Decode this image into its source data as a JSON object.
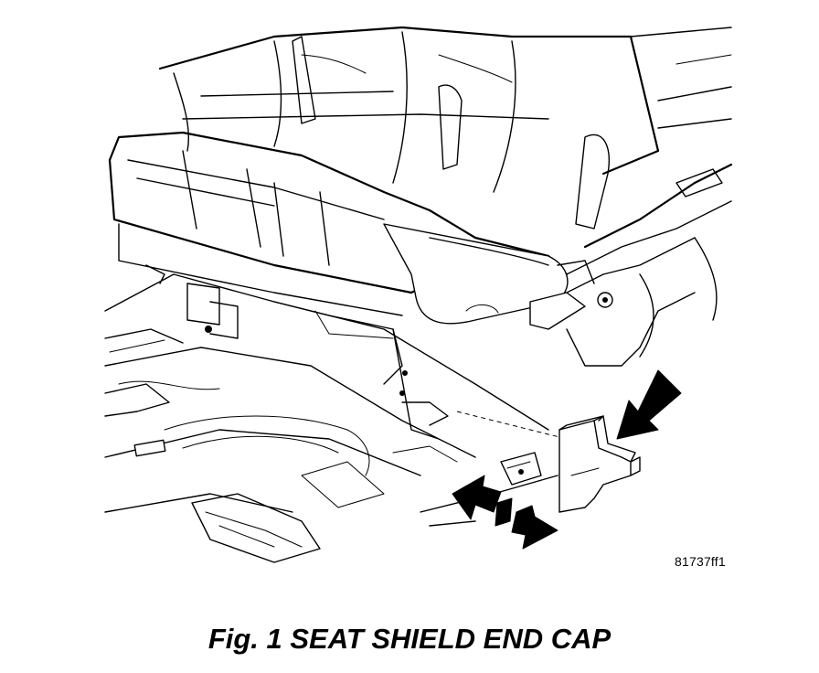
{
  "figure": {
    "reference_id": "81737ff1",
    "caption": "Fig. 1 SEAT SHIELD END CAP"
  },
  "icons": {
    "removal_arrow_icon": "double-headed-arrow",
    "callout_arrow_icon": "pointer-arrow"
  },
  "colors": {
    "line": "#000000",
    "background": "#ffffff"
  }
}
